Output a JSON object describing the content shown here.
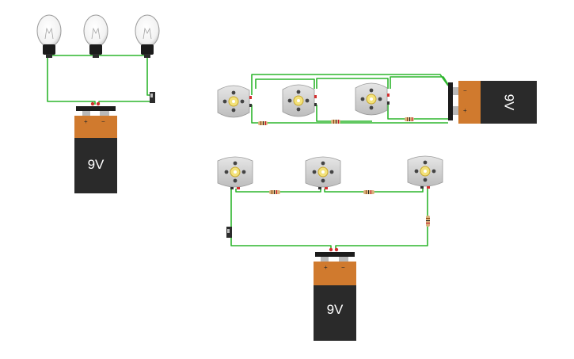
{
  "canvas": {
    "background": "#ffffff",
    "wire_color": "#2db52d",
    "battery_body_color": "#2a2a2a",
    "battery_top_color": "#d07a2e",
    "resistor_color": "#d8b07a"
  },
  "circuits": [
    {
      "name": "bulb-circuit",
      "battery_label": "9V",
      "plus_sign": "+",
      "minus_sign": "−",
      "components": [
        "light-bulb",
        "light-bulb",
        "light-bulb",
        "slide-switch",
        "battery-9v"
      ]
    },
    {
      "name": "motor-circuit-top",
      "battery_label": "9V",
      "plus_sign": "+",
      "minus_sign": "−",
      "components": [
        "dc-motor",
        "dc-motor",
        "dc-motor",
        "resistor",
        "resistor",
        "resistor",
        "battery-9v"
      ]
    },
    {
      "name": "motor-circuit-bottom",
      "battery_label": "9V",
      "plus_sign": "+",
      "minus_sign": "−",
      "components": [
        "dc-motor",
        "dc-motor",
        "dc-motor",
        "resistor",
        "resistor",
        "resistor",
        "slide-switch",
        "battery-9v"
      ]
    }
  ]
}
